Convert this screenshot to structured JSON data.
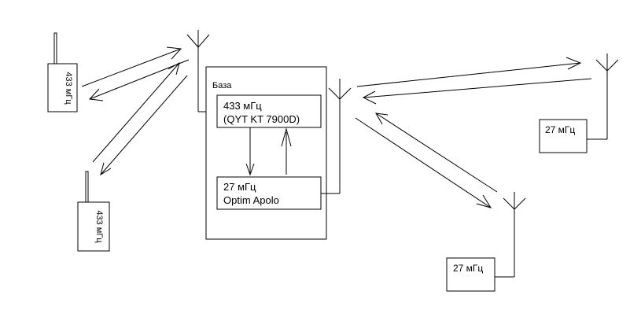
{
  "base": {
    "title": "База"
  },
  "radio_433": {
    "line1": "433 мГц",
    "line2": "(QYT KT 7900D)"
  },
  "radio_27": {
    "line1": "27 мГц",
    "line2": "Optim Apolo"
  },
  "handheld_top": {
    "label": "433 мГц"
  },
  "handheld_bottom": {
    "label": "433 мГц"
  },
  "remote_right": {
    "label": "27 мГц"
  },
  "remote_bottom": {
    "label": "27 мГц"
  },
  "colors": {
    "stroke": "#000000",
    "background": "#ffffff"
  }
}
